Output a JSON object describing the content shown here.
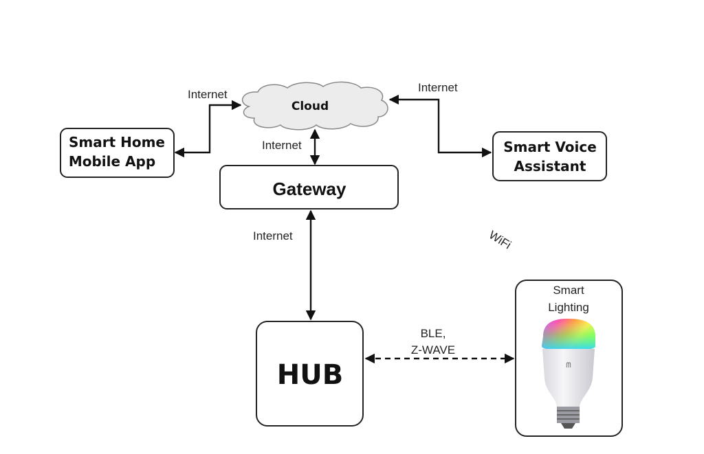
{
  "nodes": {
    "cloud": "Cloud",
    "gateway": "Gateway",
    "mobile_app": [
      "Smart Home",
      "Mobile App"
    ],
    "voice_assistant": [
      "Smart Voice",
      "Assistant"
    ],
    "hub": "HUB",
    "lighting": [
      "Smart",
      "Lighting"
    ]
  },
  "edges": {
    "app_cloud": "Internet",
    "voice_cloud": "Internet",
    "cloud_gateway": "Internet",
    "gateway_hub": "Internet",
    "hub_lighting": [
      "BLE,",
      "Z-WAVE"
    ],
    "wifi": "WiFi"
  }
}
